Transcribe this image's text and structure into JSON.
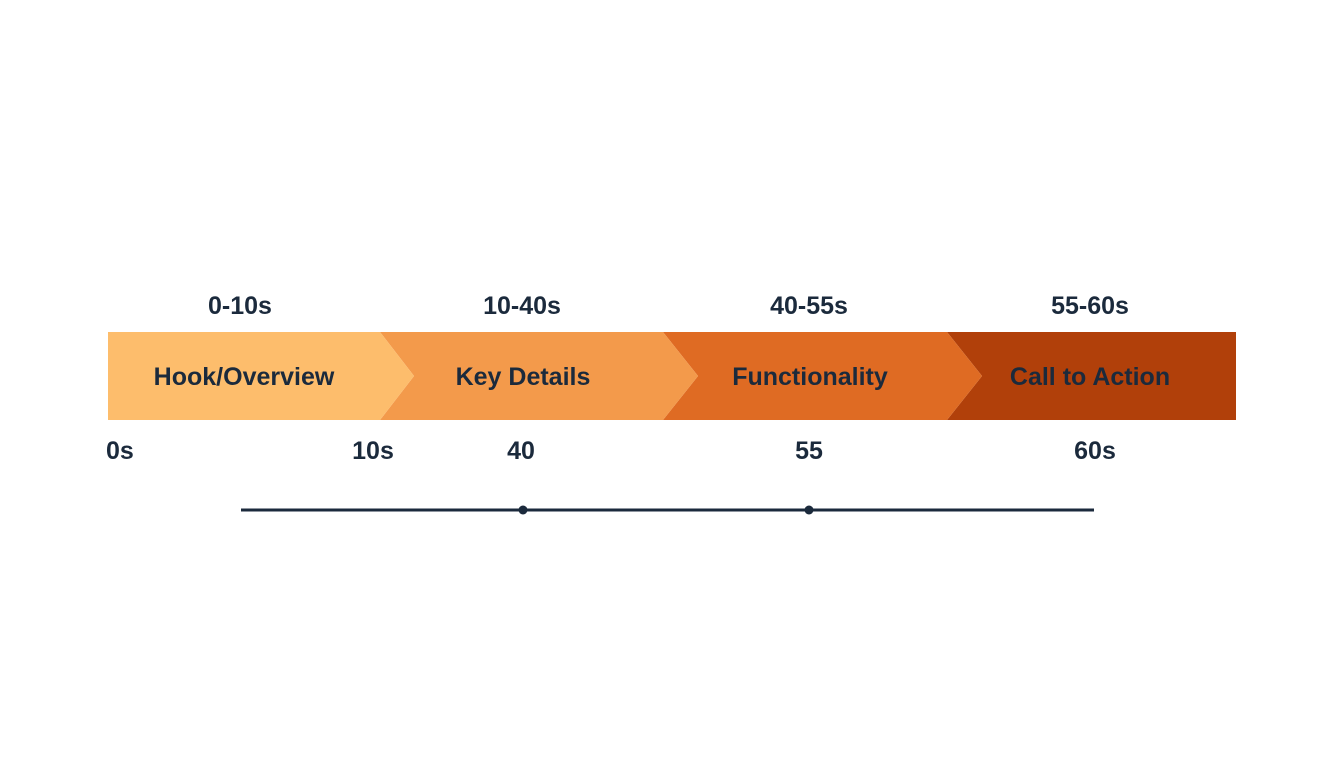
{
  "phases": [
    {
      "label": "Hook/Overview",
      "range": "0-10s",
      "color": "#fdbd6c"
    },
    {
      "label": "Key Details",
      "range": "10-40s",
      "color": "#f39a4b"
    },
    {
      "label": "Functionality",
      "range": "40-55s",
      "color": "#df6b23"
    },
    {
      "label": "Call to Action",
      "range": "55-60s",
      "color": "#b1400a"
    }
  ],
  "ticks": [
    "0s",
    "10s",
    "40",
    "55",
    "60s"
  ],
  "colors": {
    "text": "#1b2a3c",
    "line": "#1b2a3c",
    "background": "#ffffff"
  }
}
